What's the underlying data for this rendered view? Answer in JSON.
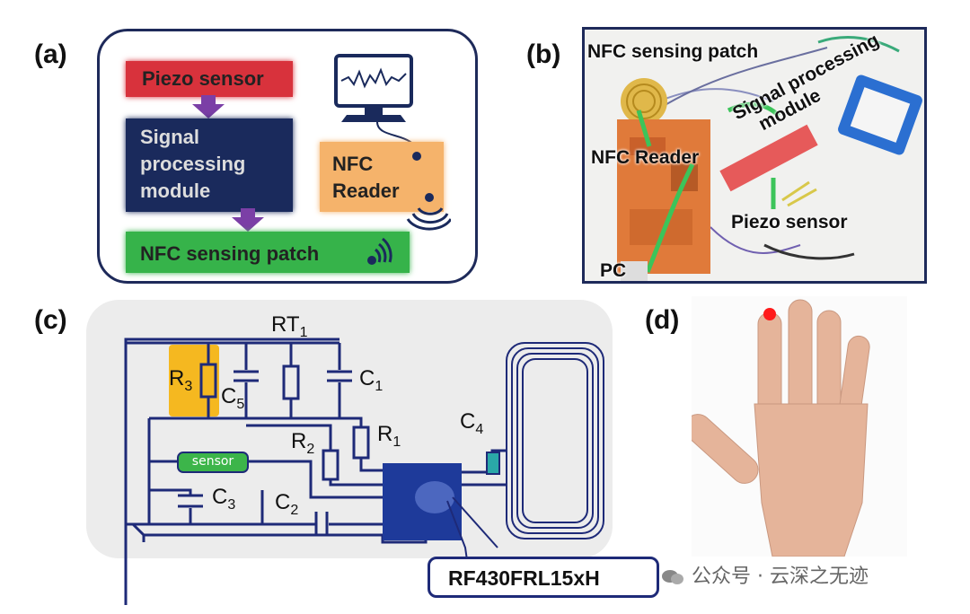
{
  "panels": {
    "a": {
      "label": "(a)",
      "piezo_sensor": "Piezo sensor",
      "signal_processing": [
        "Signal",
        "processing",
        "module"
      ],
      "nfc_reader": [
        "NFC",
        "Reader"
      ],
      "nfc_sensing_patch": "NFC sensing patch",
      "colors": {
        "piezo": "#d8323c",
        "signal": "#1a2a5c",
        "reader": "#f5b36b",
        "patch": "#36b34a",
        "arrow": "#7b3fa6"
      }
    },
    "b": {
      "label": "(b)",
      "nfc_sensing_patch": "NFC sensing patch",
      "signal_processing_module": [
        "Signal processing",
        "module"
      ],
      "nfc_reader": "NFC Reader",
      "piezo_sensor": "Piezo sensor",
      "pc": "PC"
    },
    "c": {
      "label": "(c)",
      "rt1": {
        "main": "RT",
        "sub": "1"
      },
      "r3": {
        "main": "R",
        "sub": "3"
      },
      "c5": {
        "main": "C",
        "sub": "5"
      },
      "c1": {
        "main": "C",
        "sub": "1"
      },
      "r2": {
        "main": "R",
        "sub": "2"
      },
      "r1": {
        "main": "R",
        "sub": "1"
      },
      "c4": {
        "main": "C",
        "sub": "4"
      },
      "sensor": "sensor",
      "c3": {
        "main": "C",
        "sub": "3"
      },
      "c2": {
        "main": "C",
        "sub": "2"
      },
      "chip": "RF430FRL15xH"
    },
    "d": {
      "label": "(d)"
    }
  },
  "watermark": "公众号 · 云深之无迹"
}
